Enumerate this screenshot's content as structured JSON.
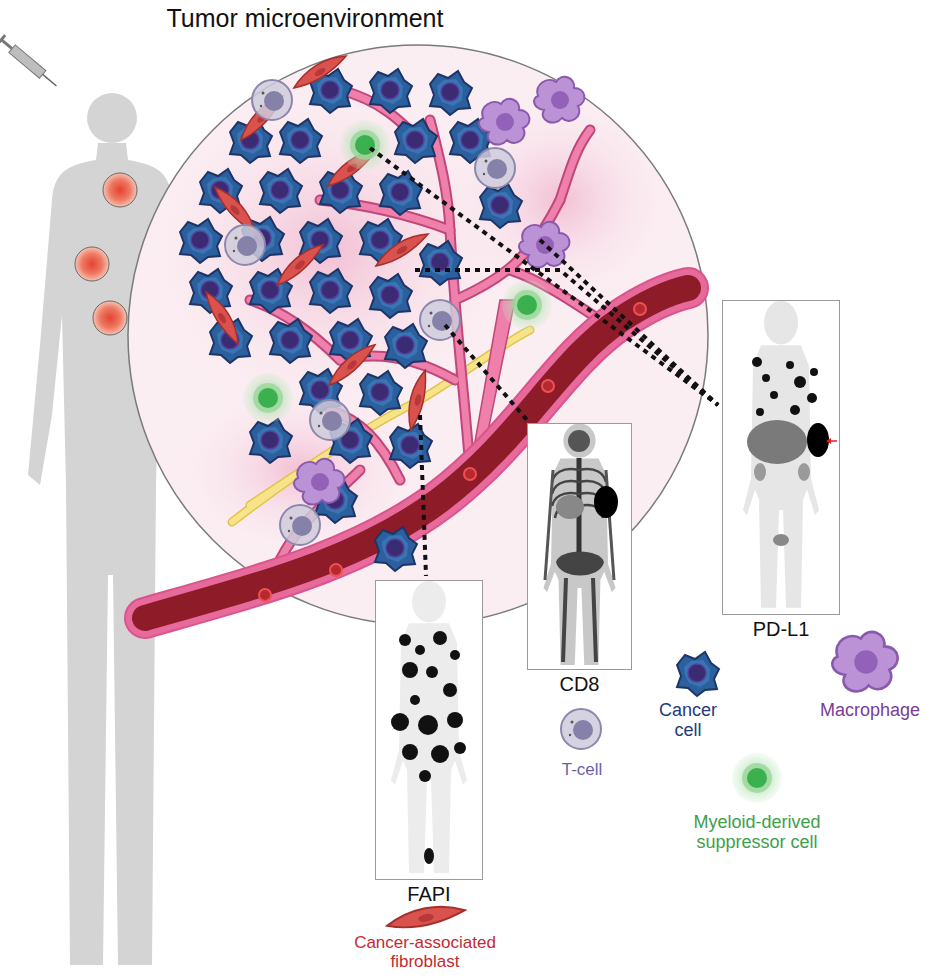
{
  "diagram": {
    "title": "Tumor microenvironment",
    "nodes": [
      {
        "text": [
          "PD-L1"
        ]
      },
      {
        "text": [
          "CD8"
        ]
      },
      {
        "text": [
          "FAPI"
        ]
      }
    ],
    "legend": [
      {
        "text": "Cancer cell"
      },
      {
        "text": "Macrophage"
      },
      {
        "text": "T-cell"
      },
      {
        "text": "Myeloid-derived suppressor cell"
      },
      {
        "text": "Cancer-associated fibroblast"
      }
    ]
  }
}
